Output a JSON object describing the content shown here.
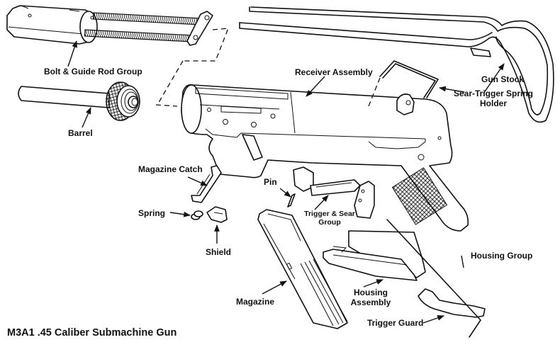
{
  "diagram": {
    "title": "M3A1 .45 Caliber Submachine Gun",
    "labels": {
      "bolt_guide_rod_group": "Bolt & Guide Rod Group",
      "barrel": "Barrel",
      "receiver_assembly": "Receiver Assembly",
      "gun_stock": "Gun Stock",
      "sear_trigger_spring_holder_line1": "Sear-Trigger Spring",
      "sear_trigger_spring_holder_line2": "Holder",
      "magazine_catch": "Magazine Catch",
      "pin": "Pin",
      "spring": "Spring",
      "shield": "Shield",
      "trigger_sear_group_line1": "Trigger & Sear",
      "trigger_sear_group_line2": "Group",
      "housing_group": "Housing Group",
      "magazine": "Magazine",
      "housing_assembly_line1": "Housing",
      "housing_assembly_line2": "Assembly",
      "trigger_guard": "Trigger Guard"
    }
  }
}
